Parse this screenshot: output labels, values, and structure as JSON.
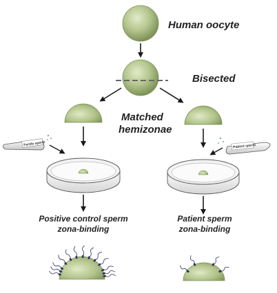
{
  "labels": {
    "oocyte": "Human oocyte",
    "bisected": "Bisected",
    "matched_line1": "Matched",
    "matched_line2": "hemizonae",
    "left_tube": "Fertile sperm",
    "right_tube": "Patient sperm",
    "left_result_line1": "Positive control sperm",
    "left_result_line2": "zona-binding",
    "right_result_line1": "Patient sperm",
    "right_result_line2": "zona-binding"
  },
  "colors": {
    "oocyte_fill": "#b3c58d",
    "oocyte_dark": "#8fa46a",
    "arrow": "#1a1a1a",
    "cut_line": "#666666",
    "sperm": "#2a2f5a"
  },
  "icons": [
    "oocyte-sphere",
    "dashed-cut-line",
    "hemizona-dome",
    "sperm-tube",
    "petri-dish",
    "sperm-cell"
  ]
}
